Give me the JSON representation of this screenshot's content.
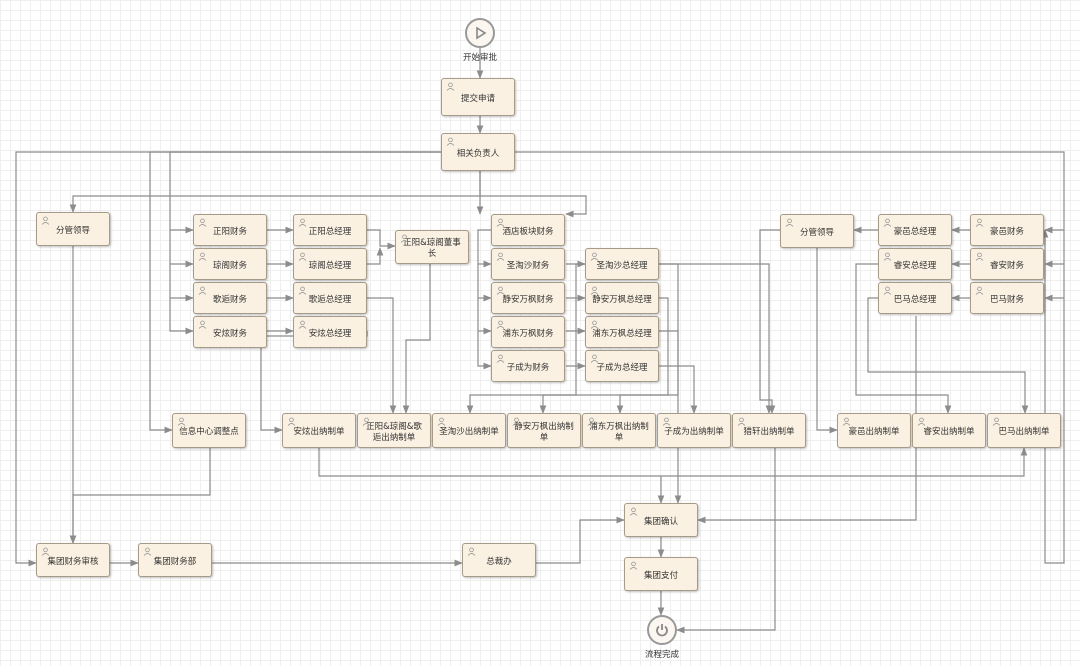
{
  "start": {
    "label": "开始审批",
    "icon": "play-icon"
  },
  "end": {
    "label": "流程完成",
    "icon": "power-icon"
  },
  "nodes": {
    "submit": "提交申请",
    "owner": "相关负责人",
    "lead_left": "分管领导",
    "zy_fin": "正阳财务",
    "qg_fin": "琼阁财务",
    "xy_fin": "歌逅财务",
    "ay_fin": "安炫财务",
    "zy_gm": "正阳总经理",
    "qg_gm": "琼阁总经理",
    "xy_gm": "歌逅总经理",
    "ay_gm": "安炫总经理",
    "zyqg_chair": "正阳&琼阁董事长",
    "hotel_fin": "酒店板块财务",
    "st_fin": "圣淘沙财务",
    "jafs_fin": "静安万枫财务",
    "pdfs_fin": "浦东万枫财务",
    "zcw_fin": "子成为财务",
    "st_gm": "圣淘沙总经理",
    "jafs_gm": "静安万枫总经理",
    "pdfs_gm": "浦东万枫总经理",
    "zcw_gm": "子成为总经理",
    "lead_right": "分管领导",
    "hm_gm": "豪邑总经理",
    "ra_gm": "睿安总经理",
    "bm_gm": "巴马总经理",
    "hm_fin": "豪邑财务",
    "ra_fin": "睿安财务",
    "bm_fin": "巴马财务",
    "info_center": "信息中心调整点",
    "ay_pay": "安炫出纳制单",
    "zyqgxy_pay": "正阳&琼阁&歌逅出纳制单",
    "st_pay": "圣淘沙出纳制单",
    "jafs_pay": "静安万枫出纳制单",
    "pdfs_pay": "浦东万枫出纳制单",
    "zcw_pay": "子成为出纳制单",
    "bx_pay": "猎轩出纳制单",
    "hm_pay": "豪邑出纳制单",
    "ra_pay": "睿安出纳制单",
    "bm_pay": "巴马出纳制单",
    "group_confirm": "集团确认",
    "group_audit": "集团财务审核",
    "group_dept": "集团财务部",
    "president": "总裁办",
    "group_pay": "集团支付"
  },
  "colors": {
    "node_fill": "#fbf1e2",
    "node_border": "#a69a88",
    "edge": "#8c8c8c"
  },
  "node_icon": "user-icon"
}
